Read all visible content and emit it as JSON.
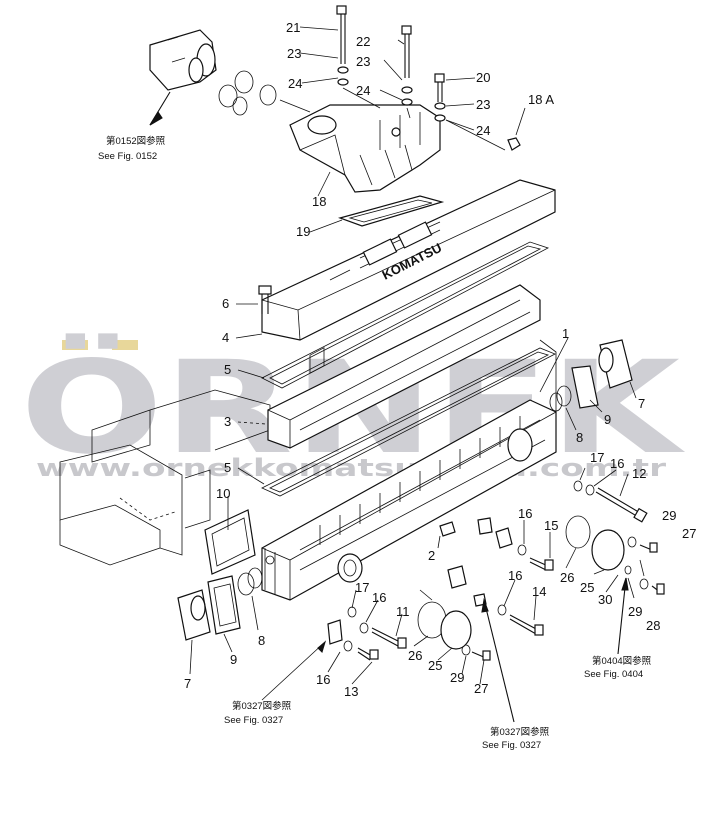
{
  "watermark": {
    "big": "ÖRNEK",
    "url": "www.ornekkomatsuparca.com.tr",
    "color": "#cfcfd4",
    "accent": "#e8d79a"
  },
  "logo_text": "KOMATSU",
  "callouts": {
    "c1": "1",
    "c2": "2",
    "c3": "3",
    "c4": "4",
    "c5a": "5",
    "c5b": "5",
    "c6": "6",
    "c7a": "7",
    "c7b": "7",
    "c8a": "8",
    "c8b": "8",
    "c9a": "9",
    "c9b": "9",
    "c10": "10",
    "c11": "11",
    "c12": "12",
    "c13": "13",
    "c14": "14",
    "c15": "15",
    "c16a": "16",
    "c16b": "16",
    "c16c": "16",
    "c16d": "16",
    "c16e": "16",
    "c17a": "17",
    "c17b": "17",
    "c18": "18",
    "c18a": "18 A",
    "c19": "19",
    "c20": "20",
    "c21": "21",
    "c22": "22",
    "c23a": "23",
    "c23b": "23",
    "c23c": "23",
    "c24a": "24",
    "c24b": "24",
    "c24c": "24",
    "c25a": "25",
    "c25b": "25",
    "c26a": "26",
    "c26b": "26",
    "c27a": "27",
    "c27b": "27",
    "c28": "28",
    "c29a": "29",
    "c29b": "29",
    "c29c": "29",
    "c30": "30"
  },
  "references": {
    "fig0152_jp": "第0152図参照",
    "fig0152_en": "See Fig. 0152",
    "fig0327a_jp": "第0327図参照",
    "fig0327a_en": "See Fig. 0327",
    "fig0327b_jp": "第0327図参照",
    "fig0327b_en": "See Fig. 0327",
    "fig0404_jp": "第0404図参照",
    "fig0404_en": "See Fig. 0404"
  }
}
